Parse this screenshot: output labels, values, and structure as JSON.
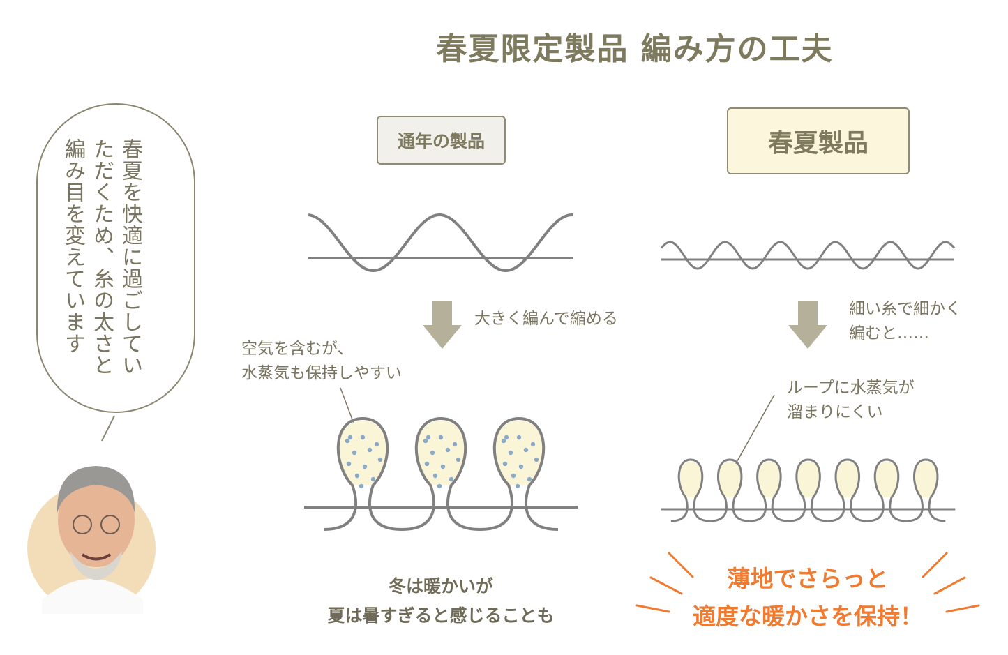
{
  "title": "春夏限定製品 編み方の工夫",
  "speech_bubble": {
    "text": "春夏を快適に過ごしていただくため、糸の太さと編み目を変えています"
  },
  "left_panel": {
    "label": "通年の製品",
    "arrow_note": "大きく編んで縮める",
    "loop_note": [
      "空気を含むが、",
      "水蒸気も保持しやすい"
    ],
    "loop_count": 3,
    "caption": [
      "冬は暖かいが",
      "夏は暑すぎると感じることも"
    ]
  },
  "right_panel": {
    "label": "春夏製品",
    "arrow_note": [
      "細い糸で細かく",
      "編むと……"
    ],
    "loop_note": [
      "ループに水蒸気が",
      "溜まりにくい"
    ],
    "loop_count": 7,
    "slogan": [
      "薄地でさらっと",
      "適度な暖かさを保持！"
    ]
  },
  "colors": {
    "text": "#7a7560",
    "line": "#808080",
    "arrow": "#b5b09a",
    "loop_fill": "#fbf5d8",
    "vapor_dot": "#8aa8c8",
    "accent": "#ef7a30"
  }
}
